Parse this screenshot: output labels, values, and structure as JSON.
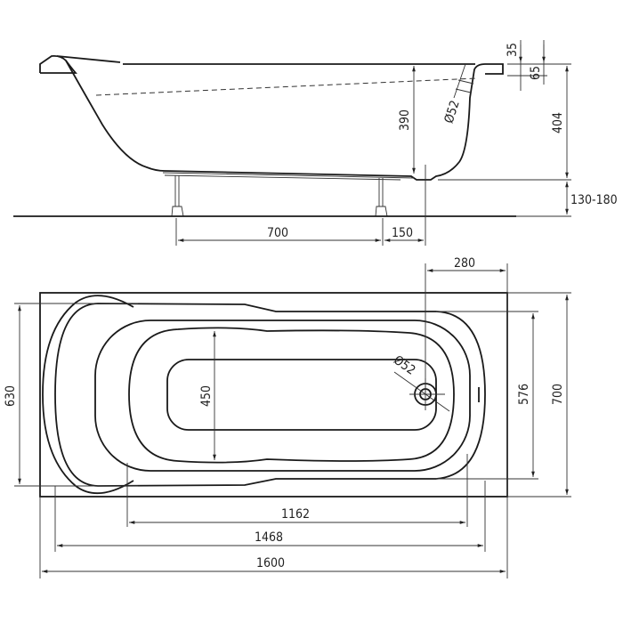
{
  "side_view": {
    "dims": {
      "rim_depth": "35",
      "overflow_height": "65",
      "overflow_diameter": "Ø52",
      "inner_depth": "390",
      "total_height": "404",
      "leg_height": "130-180",
      "leg_spacing": "700",
      "leg_offset": "150"
    }
  },
  "plan_view": {
    "dims": {
      "drain_offset": "280",
      "rim_width": "630",
      "outer_width": "700",
      "inner_width": "576",
      "bottom_width": "450",
      "drain_diameter": "Ø52",
      "bottom_length": "1162",
      "inner_length": "1468",
      "outer_length": "1600"
    }
  },
  "colors": {
    "line": "#1a1a1a",
    "background": "#ffffff"
  }
}
